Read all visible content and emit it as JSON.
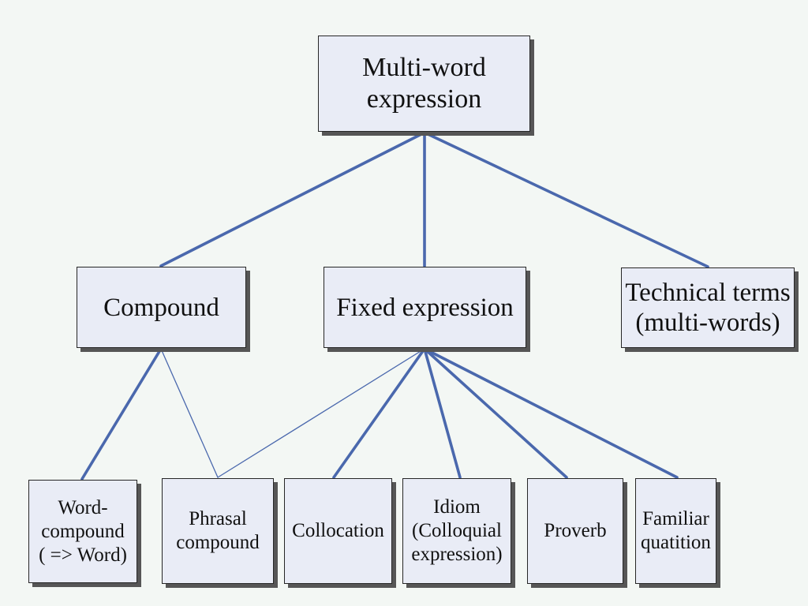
{
  "colors": {
    "background": "#f3f7f4",
    "node_fill": "#e9ecf6",
    "node_border": "#262626",
    "node_shadow": "#565656",
    "edge_color": "#4a68ad"
  },
  "nodes": {
    "root": "Multi-word\nexpression",
    "compound": "Compound",
    "fixed_expression": "Fixed expression",
    "technical_terms": "Technical terms\n(multi-words)",
    "word_compound": "Word-\ncompound\n( => Word)",
    "phrasal_compound": "Phrasal\ncompound",
    "collocation": "Collocation",
    "idiom": "Idiom\n(Colloquial\nexpression)",
    "proverb": "Proverb",
    "familiar_quotation": "Familiar\nquatition"
  },
  "edges": [
    {
      "from": "root",
      "to": "compound",
      "style": "thick"
    },
    {
      "from": "root",
      "to": "fixed_expression",
      "style": "thick"
    },
    {
      "from": "root",
      "to": "technical_terms",
      "style": "thick"
    },
    {
      "from": "compound",
      "to": "word_compound",
      "style": "thick"
    },
    {
      "from": "compound",
      "to": "phrasal_compound",
      "style": "thin"
    },
    {
      "from": "fixed_expression",
      "to": "phrasal_compound",
      "style": "thin"
    },
    {
      "from": "fixed_expression",
      "to": "collocation",
      "style": "thick"
    },
    {
      "from": "fixed_expression",
      "to": "idiom",
      "style": "thick"
    },
    {
      "from": "fixed_expression",
      "to": "proverb",
      "style": "thick"
    },
    {
      "from": "fixed_expression",
      "to": "familiar_quotation",
      "style": "thick"
    }
  ]
}
